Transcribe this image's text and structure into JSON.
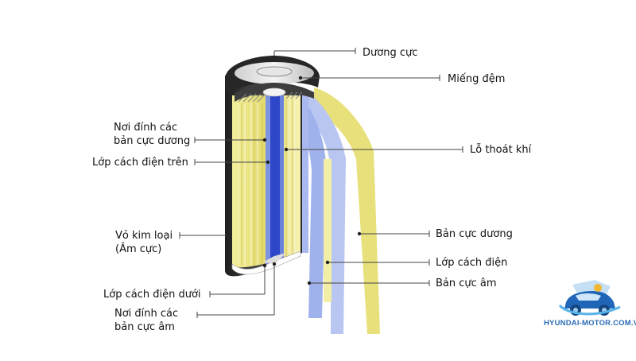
{
  "labels": {
    "duong_cuc": "Dương cực",
    "mieng_dem": "Miếng đệm",
    "noi_dinh_duong_line1": "Nơi đính các",
    "noi_dinh_duong_line2": "bản cực dương",
    "lop_cach_dien_tren": "Lớp cách điện trên",
    "lo_thoat_khi": "Lỗ thoát khí",
    "vo_kim_loai_line1": "Vỏ kim loại",
    "vo_kim_loai_line2": "(Âm cực)",
    "ban_cuc_duong": "Bản cực dương",
    "lop_cach_dien": "Lớp cách điện",
    "ban_cuc_am": "Bản cực âm",
    "lop_cach_dien_duoi": "Lớp cách điện dưới",
    "noi_dinh_am_line1": "Nơi đính các",
    "noi_dinh_am_line2": "bản cực âm"
  },
  "watermark": {
    "text": "HYUNDAI-MOTOR.COM.VN",
    "icon": "car-logo-icon"
  },
  "colors": {
    "yellow": "#e8e07a",
    "blue": "#2d47c8",
    "light_blue": "#9fb2ec",
    "shell_gray": "#3a3a3a",
    "leader": "#444444"
  }
}
